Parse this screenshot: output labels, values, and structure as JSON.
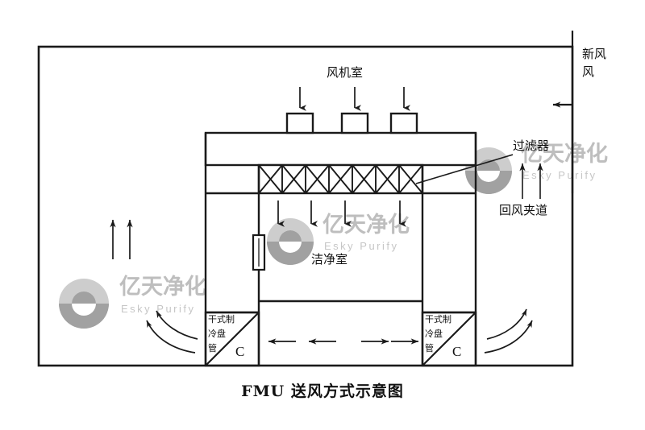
{
  "diagram": {
    "caption": "FMU 送风方式示意图",
    "labels": {
      "fan_room": "风机室",
      "fresh_air": "新风",
      "filter": "过滤器",
      "return_air_passage": "回风夹道",
      "clean_room": "洁净室",
      "cooling_coil_line1": "干式制",
      "cooling_coil_line2": "冷盘",
      "cooling_coil_line3": "管",
      "coil_marker": "C"
    },
    "counts": {
      "fan_stacks": 3,
      "filter_cells": 7,
      "supply_arrows": 4,
      "left_up_arrows": 2,
      "left_curved_arrows": 2,
      "right_curved_arrows": 2,
      "bottom_left_arrows": 2,
      "bottom_right_arrows": 2,
      "return_passage_arrows": 2
    },
    "colors": {
      "line": "#1a1a1a",
      "background": "#ffffff",
      "watermark": "#b9b9b9"
    }
  },
  "watermarks": [
    {
      "cn": "亿天净化",
      "en": "Esky Purify"
    },
    {
      "cn": "亿天净化",
      "en": "Esky Purify"
    },
    {
      "cn": "亿天净化",
      "en": "Esky Purify"
    }
  ]
}
